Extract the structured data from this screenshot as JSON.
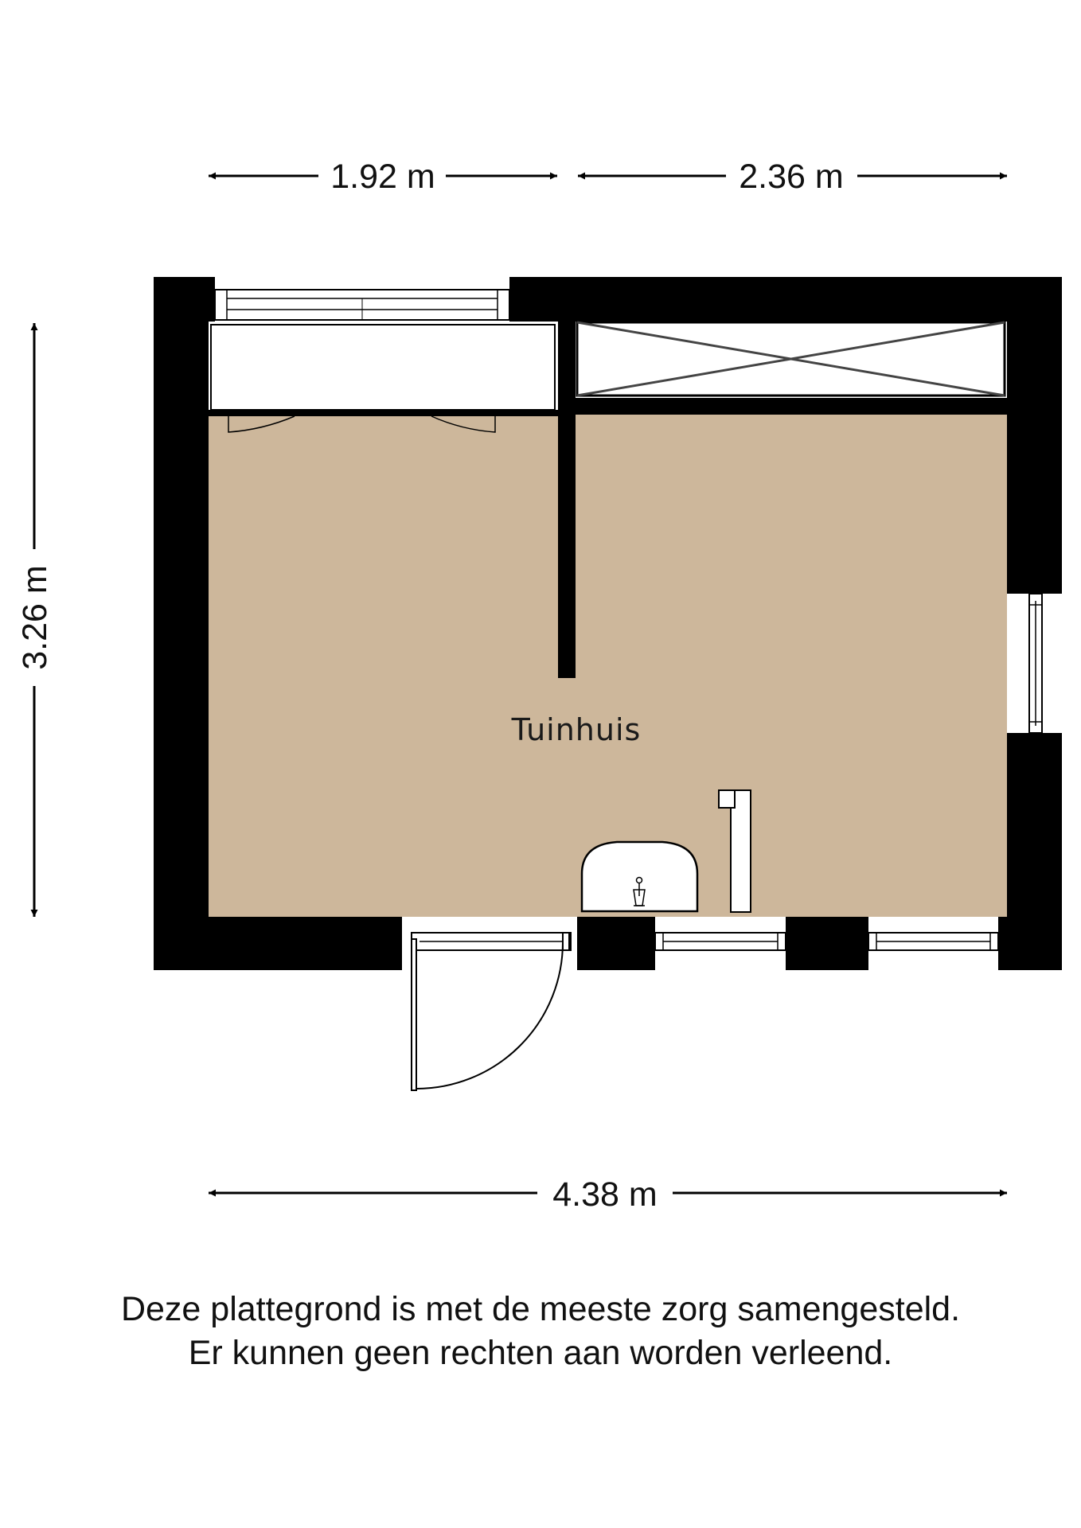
{
  "dimensions": {
    "top_left": "1.92 m",
    "top_right": "2.36 m",
    "left": "3.26 m",
    "bottom": "4.38 m"
  },
  "room": {
    "label": "Tuinhuis"
  },
  "disclaimer": {
    "line1": "Deze plattegrond is met de meeste zorg samengesteld.",
    "line2": "Er kunnen geen rechten aan worden verleend."
  },
  "colors": {
    "floor": "#cdb79b",
    "wall": "#000000",
    "fixture": "#ffffff"
  }
}
